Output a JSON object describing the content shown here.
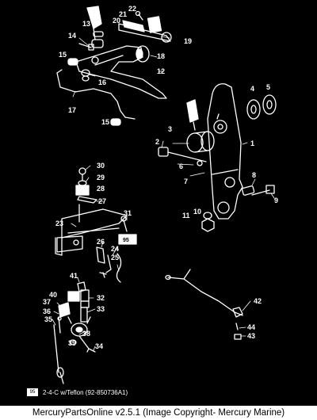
{
  "diagram": {
    "callouts": [
      "1",
      "2",
      "3",
      "4",
      "5",
      "6",
      "7",
      "8",
      "9",
      "10",
      "11",
      "12",
      "13",
      "14",
      "15",
      "15",
      "16",
      "17",
      "18",
      "19",
      "20",
      "21",
      "22",
      "23",
      "24",
      "25",
      "26",
      "27",
      "28",
      "29",
      "30",
      "31",
      "32",
      "33",
      "34",
      "35",
      "36",
      "37",
      "38",
      "39",
      "40",
      "41",
      "42",
      "43",
      "44"
    ],
    "note_badge": "95",
    "note_text": "2-4-C w/Teflon (92-850736A1)"
  },
  "status_bar": {
    "text": "MercuryPartsOnline v2.5.1 (Image Copyright- Mercury Marine)"
  }
}
